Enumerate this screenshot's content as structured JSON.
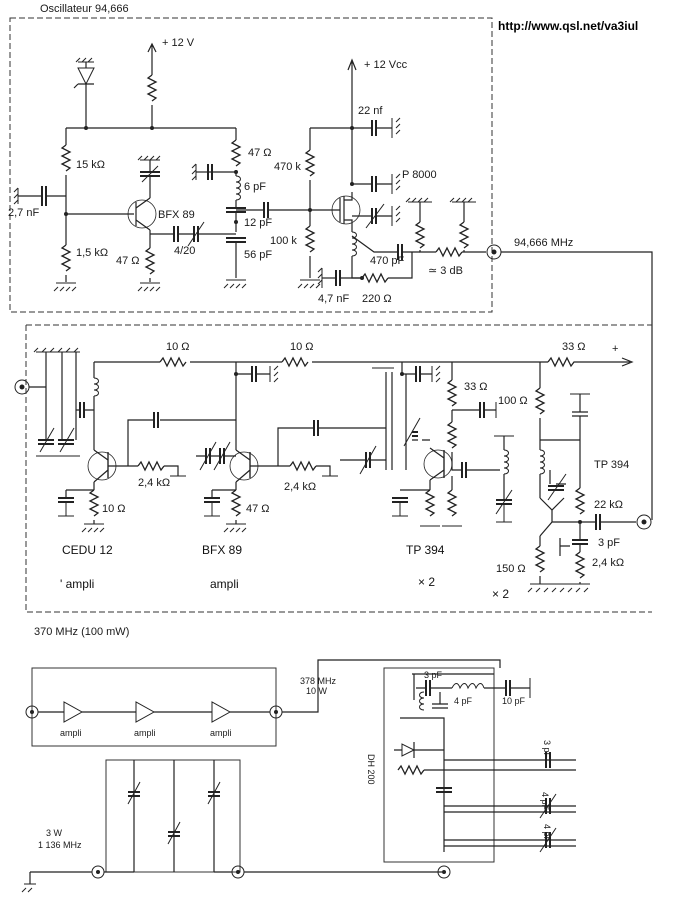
{
  "header": {
    "oscillator_title": "Oscillateur 94,666",
    "url": "http://www.qsl.net/va3iul"
  },
  "oscillator": {
    "supply_12v": "+ 12 V",
    "supply_12vcc": "+ 12 Vcc",
    "r_15k": "15 kΩ",
    "c_2_7n": "2,7 nF",
    "r_1_5k": "1,5 kΩ",
    "transistor": "BFX 89",
    "r_47": "47 Ω",
    "r_47_top": "47 Ω",
    "trim_4_20": "4/20",
    "c_6p": "6 pF",
    "c_12p": "12 pF",
    "c_56p": "56 pF",
    "r_470k": "470 k",
    "r_100k": "100 k",
    "c_22n": "22 nf",
    "fet": "P 8000",
    "c_470p": "470 pF",
    "c_4_7n": "4,7 nF",
    "r_220": "220 Ω",
    "attenuator": "≃ 3 dB",
    "out_freq": "94,666 MHz"
  },
  "multiplier": {
    "r_10_a": "10 Ω",
    "r_10_b": "10 Ω",
    "r_33_top": "33 Ω",
    "plus": "+",
    "r_33": "33 Ω",
    "r_100": "100 Ω",
    "tp394_right": "TP 394",
    "r_22k": "22 kΩ",
    "c_3p": "3 pF",
    "r_150": "150 Ω",
    "r_2_4k_right": "2,4 kΩ",
    "r_2_4k_a": "2,4 kΩ",
    "r_2_4k_b": "2,4 kΩ",
    "r_10_e": "10 Ω",
    "r_47_e": "47 Ω",
    "t1": "CEDU 12",
    "t2": "BFX 89",
    "t3": "TP 394",
    "x2_a": "× 2",
    "x2_b": "× 2",
    "ampli_a": "' ampli",
    "ampli_b": "ampli",
    "section_label": "370 MHz (100 mW)"
  },
  "bottom": {
    "ampli_1": "ampli",
    "ampli_2": "ampli",
    "ampli_3": "ampli",
    "freq_378": "378 MHz",
    "pwr_10w": "10 W",
    "in_3w": "3 W",
    "in_1136": "1 136 MHz",
    "c_3pF_top": "3 pF",
    "c_4pF": "4 pF",
    "c_10pF": "10 pF",
    "diode": "DH 200",
    "c_3pF_right": "3 pF",
    "c_4pF_r1": "4 pF",
    "c_4pF_r2": "4 pF"
  }
}
